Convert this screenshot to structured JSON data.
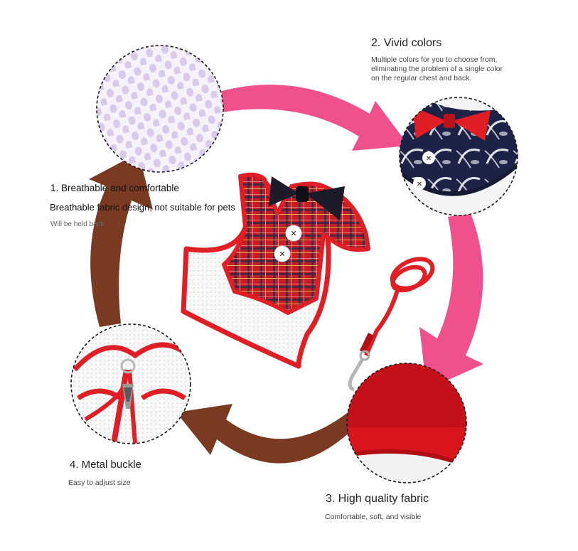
{
  "features": {
    "breathable": {
      "title": "1. Breathable and comfortable",
      "line1": "Breathable fabric design, not suitable for pets",
      "line2": "Will be held back"
    },
    "colors": {
      "title": "2. Vivid colors",
      "line1": "Multiple colors for you to choose from,",
      "line2": "eliminating the problem of a single color",
      "line3": "on the regular chest and back."
    },
    "fabric": {
      "title": "3. High quality fabric",
      "line1": "Comfortable, soft, and visible"
    },
    "buckle": {
      "title": "4. Metal buckle",
      "line1": "Easy to adjust size"
    }
  },
  "colors": {
    "pink_arrow": "#f0508c",
    "brown_arrow": "#7a3a22",
    "harness_red": "#d81e24",
    "mesh_white": "#f7f7f7",
    "bow_black": "#1b1b2a",
    "navy_fabric": "#1c2346"
  }
}
